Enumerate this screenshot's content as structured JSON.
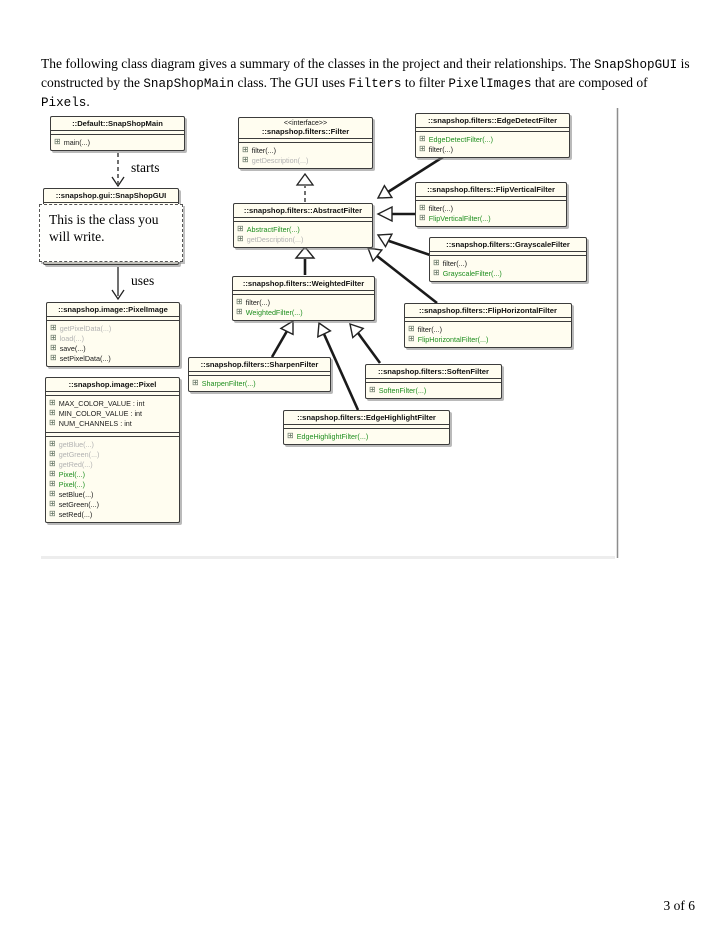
{
  "page": {
    "paragraph": [
      {
        "t": "The following class diagram gives a summary of the classes in the project and their relationships.  The ",
        "mono": false
      },
      {
        "t": "SnapShopGUI",
        "mono": true
      },
      {
        "t": " is constructed by the ",
        "mono": false
      },
      {
        "t": "SnapShopMain",
        "mono": true
      },
      {
        "t": " class. The GUI uses ",
        "mono": false
      },
      {
        "t": "Filters",
        "mono": true
      },
      {
        "t": " to filter ",
        "mono": false
      },
      {
        "t": "PixelImages",
        "mono": true
      },
      {
        "t": " that are composed of ",
        "mono": false
      },
      {
        "t": "Pixels",
        "mono": true
      },
      {
        "t": ".",
        "mono": false
      }
    ],
    "page_number": "3 of 6"
  },
  "labels": {
    "starts": "starts",
    "uses": "uses"
  },
  "note": {
    "text": "This is the class you will write."
  },
  "icons": {
    "member": "⊞"
  },
  "colors": {
    "public": "#1a1a1a",
    "inherited": "#b2b2b2",
    "constructor": "#1e8e1e",
    "box_bg": "#fffdf0",
    "box_border": "#3c3c3c"
  },
  "classes": [
    {
      "title": "::Default::SnapShopMain",
      "members": [
        {
          "label": "main(...)",
          "style": "public"
        }
      ]
    },
    {
      "stereotype": "<<interface>>",
      "title": "::snapshop.filters::Filter",
      "members": [
        {
          "label": "filter(...)",
          "style": "public"
        },
        {
          "label": "getDescription(...)",
          "style": "inherited"
        }
      ]
    },
    {
      "title": "::snapshop.filters::EdgeDetectFilter",
      "members": [
        {
          "label": "EdgeDetectFilter(...)",
          "style": "constructor"
        },
        {
          "label": "filter(...)",
          "style": "public"
        }
      ]
    },
    {
      "title": "::snapshop.gui::SnapShopGUI",
      "members": []
    },
    {
      "title": "::snapshop.filters::FlipVerticalFilter",
      "members": [
        {
          "label": "filter(...)",
          "style": "public"
        },
        {
          "label": "FlipVerticalFilter(...)",
          "style": "constructor"
        }
      ]
    },
    {
      "title": "::snapshop.filters::AbstractFilter",
      "members": [
        {
          "label": "AbstractFilter(...)",
          "style": "constructor"
        },
        {
          "label": "getDescription(...)",
          "style": "inherited"
        }
      ]
    },
    {
      "title": "::snapshop.filters::GrayscaleFilter",
      "members": [
        {
          "label": "filter(...)",
          "style": "public"
        },
        {
          "label": "GrayscaleFilter(...)",
          "style": "constructor"
        }
      ]
    },
    {
      "title": "::snapshop.filters::WeightedFilter",
      "members": [
        {
          "label": "filter(...)",
          "style": "public"
        },
        {
          "label": "WeightedFilter(...)",
          "style": "constructor"
        }
      ]
    },
    {
      "title": "::snapshop.image::PixelImage",
      "members": [
        {
          "label": "getPixelData(...)",
          "style": "inherited"
        },
        {
          "label": "load(...)",
          "style": "inherited"
        },
        {
          "label": "save(...)",
          "style": "public"
        },
        {
          "label": "setPixelData(...)",
          "style": "public"
        }
      ]
    },
    {
      "title": "::snapshop.filters::FlipHorizontalFilter",
      "members": [
        {
          "label": "filter(...)",
          "style": "public"
        },
        {
          "label": "FlipHorizontalFilter(...)",
          "style": "constructor"
        }
      ]
    },
    {
      "title": "::snapshop.filters::SharpenFilter",
      "members": [
        {
          "label": "SharpenFilter(...)",
          "style": "constructor"
        }
      ]
    },
    {
      "title": "::snapshop.filters::SoftenFilter",
      "members": [
        {
          "label": "SoftenFilter(...)",
          "style": "constructor"
        }
      ]
    },
    {
      "title": "::snapshop.filters::EdgeHighlightFilter",
      "members": [
        {
          "label": "EdgeHighlightFilter(...)",
          "style": "constructor"
        }
      ]
    },
    {
      "title": "::snapshop.image::Pixel",
      "attributes": [
        {
          "label": "MAX_COLOR_VALUE : int",
          "style": "public"
        },
        {
          "label": "MIN_COLOR_VALUE : int",
          "style": "public"
        },
        {
          "label": "NUM_CHANNELS : int",
          "style": "public"
        }
      ],
      "members": [
        {
          "label": "getBlue(...)",
          "style": "inherited"
        },
        {
          "label": "getGreen(...)",
          "style": "inherited"
        },
        {
          "label": "getRed(...)",
          "style": "inherited"
        },
        {
          "label": "Pixel(...)",
          "style": "constructor"
        },
        {
          "label": "Pixel(...)",
          "style": "constructor"
        },
        {
          "label": "setBlue(...)",
          "style": "public"
        },
        {
          "label": "setGreen(...)",
          "style": "public"
        },
        {
          "label": "setRed(...)",
          "style": "public"
        }
      ]
    }
  ]
}
